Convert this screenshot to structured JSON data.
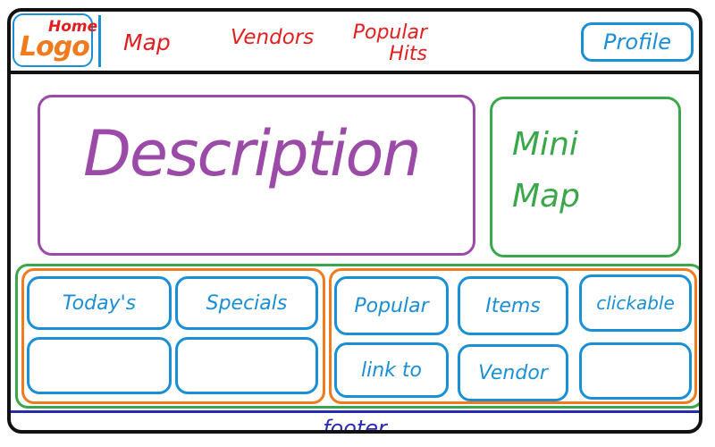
{
  "header": {
    "logo_home": "Home",
    "logo_text": "Logo",
    "nav": {
      "map": "Map",
      "vendors": "Vendors",
      "popular_hits": "Popular Hits"
    },
    "profile": "Profile"
  },
  "main": {
    "description": "Description",
    "mini_map": "Mini Map"
  },
  "specials": {
    "tiles": [
      "Today's",
      "Specials",
      "",
      ""
    ]
  },
  "popular": {
    "tiles": [
      "Popular",
      "Items",
      "clickable",
      "link to",
      "Vendor",
      ""
    ]
  },
  "footer": "footer",
  "colors": {
    "frame": "#111111",
    "accent_blue": "#1a8fd6",
    "nav_red": "#e02020",
    "logo_orange": "#f07a1e",
    "description_purple": "#9b4aa8",
    "minimap_green": "#3aa84a",
    "footer_blue": "#2a2ab0"
  }
}
